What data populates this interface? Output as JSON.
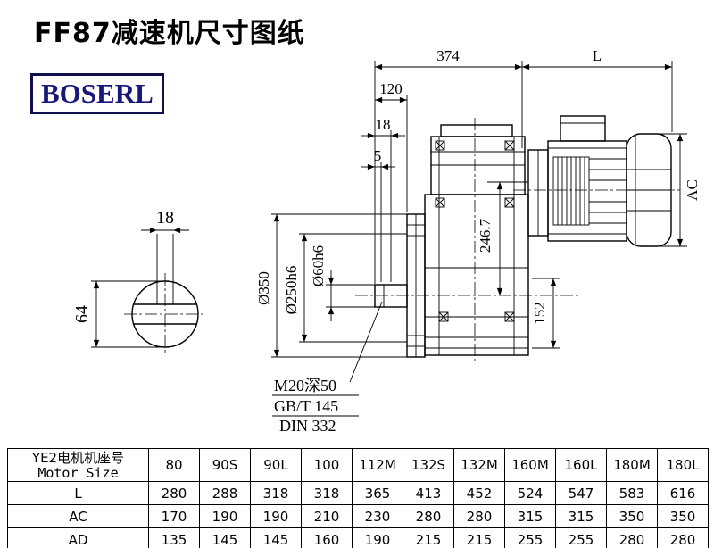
{
  "title": "FF87减速机尺寸图纸",
  "logo": "BOSERL",
  "drawing": {
    "dim_374": "374",
    "dim_L": "L",
    "dim_120": "120",
    "dim_18": "18",
    "dim_5": "5",
    "dim_AC": "AC",
    "dim_246_7": "246.7",
    "dim_dia350": "Ø350",
    "dim_dia250": "Ø250h6",
    "dim_dia60": "Ø60h6",
    "dim_152": "152",
    "shaft_key_width": "18",
    "shaft_diameter": "64",
    "note_tap": "M20深50",
    "note_gb": "GB/T 145",
    "note_din": "DIN 332"
  },
  "table": {
    "header": {
      "line1": "YE2电机机座号",
      "line2": "Motor Size"
    },
    "columns": [
      "80",
      "90S",
      "90L",
      "100",
      "112M",
      "132S",
      "132M",
      "160M",
      "160L",
      "180M",
      "180L"
    ],
    "rows": [
      {
        "label": "L",
        "values": [
          "280",
          "288",
          "318",
          "318",
          "365",
          "413",
          "452",
          "524",
          "547",
          "583",
          "616"
        ]
      },
      {
        "label": "AC",
        "values": [
          "170",
          "190",
          "190",
          "210",
          "230",
          "280",
          "280",
          "315",
          "315",
          "350",
          "350"
        ]
      },
      {
        "label": "AD",
        "values": [
          "135",
          "145",
          "145",
          "160",
          "190",
          "215",
          "215",
          "255",
          "255",
          "280",
          "280"
        ]
      }
    ]
  }
}
